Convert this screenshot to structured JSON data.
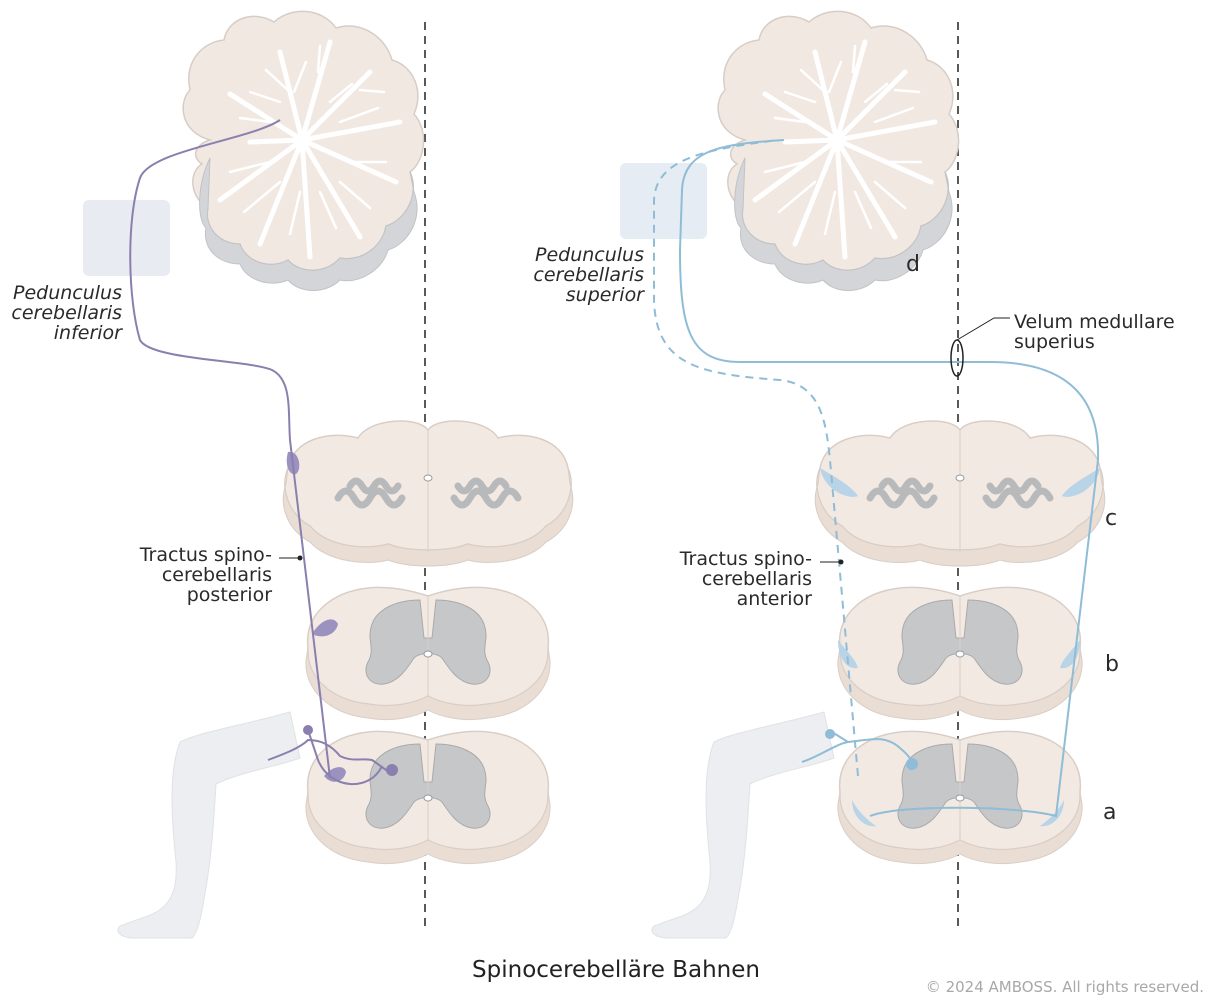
{
  "title": "Spinocerebelläre Bahnen",
  "copyright": "© 2024 AMBOSS. All rights reserved.",
  "left_panel": {
    "peduncle_label": "Pedunculus\ncerebellaris\ninferior",
    "tract_label": "Tractus spino-\ncerebellaris\nposterior"
  },
  "right_panel": {
    "peduncle_label": "Pedunculus\ncerebellaris\nsuperior",
    "velum_label": "Velum medullare\nsuperius",
    "tract_label": "Tractus spino-\ncerebellaris\nanterior",
    "levels": {
      "d": "d",
      "c": "c",
      "b": "b",
      "a": "a"
    }
  },
  "colors": {
    "posterior_tract": "#8a7fae",
    "anterior_tract": "#8fbcd6",
    "white_matter": "#f2e9e3",
    "grey_matter": "#c9cacc",
    "leg": "#eceef1"
  }
}
